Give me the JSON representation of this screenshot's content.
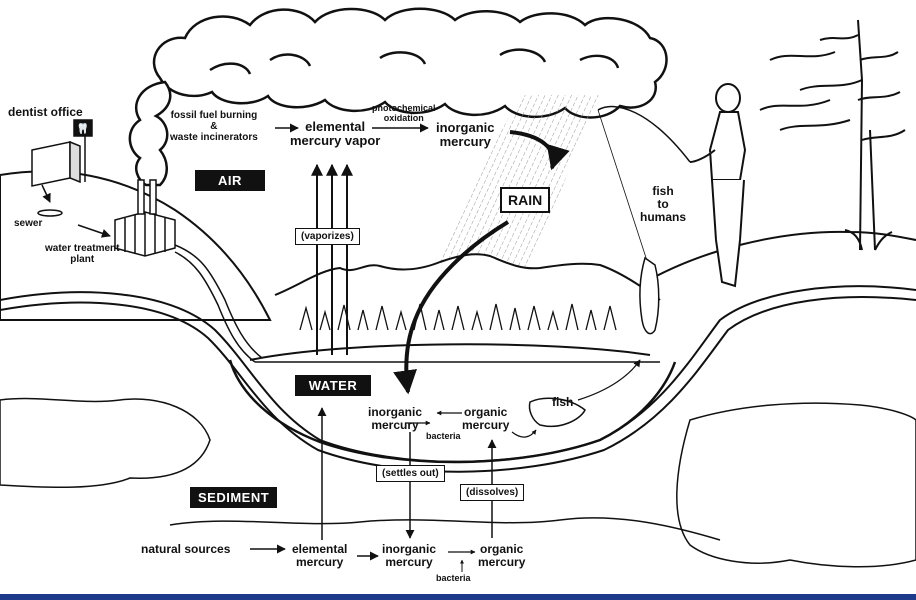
{
  "labels": {
    "dentist_office": "dentist office",
    "sewer": "sewer",
    "water_treatment_plant": "water treatment\nplant",
    "fossil_fuel": "fossil fuel burning\n&\nwaste incinerators",
    "elemental_vapor": "elemental\nmercury vapor",
    "photochemical": "photochemical\noxidation",
    "inorganic_air": "inorganic\nmercury",
    "air_tag": "AIR",
    "rain_tag": "RAIN",
    "vaporizes": "(vaporizes)",
    "fish_to_humans": "fish\nto\nhumans",
    "water_tag": "WATER",
    "inorganic_water": "inorganic\nmercury",
    "organic_water": "organic\nmercury",
    "bacteria_water": "bacteria",
    "fish": "fish",
    "settles_out": "(settles out)",
    "dissolves": "(dissolves)",
    "sediment_tag": "SEDIMENT",
    "natural_sources": "natural sources",
    "elemental_sed": "elemental\nmercury",
    "inorganic_sed": "inorganic\nmercury",
    "organic_sed": "organic\nmercury",
    "bacteria_sed": "bacteria"
  },
  "colors": {
    "ink": "#111111",
    "footer": "#1e3a8a"
  }
}
